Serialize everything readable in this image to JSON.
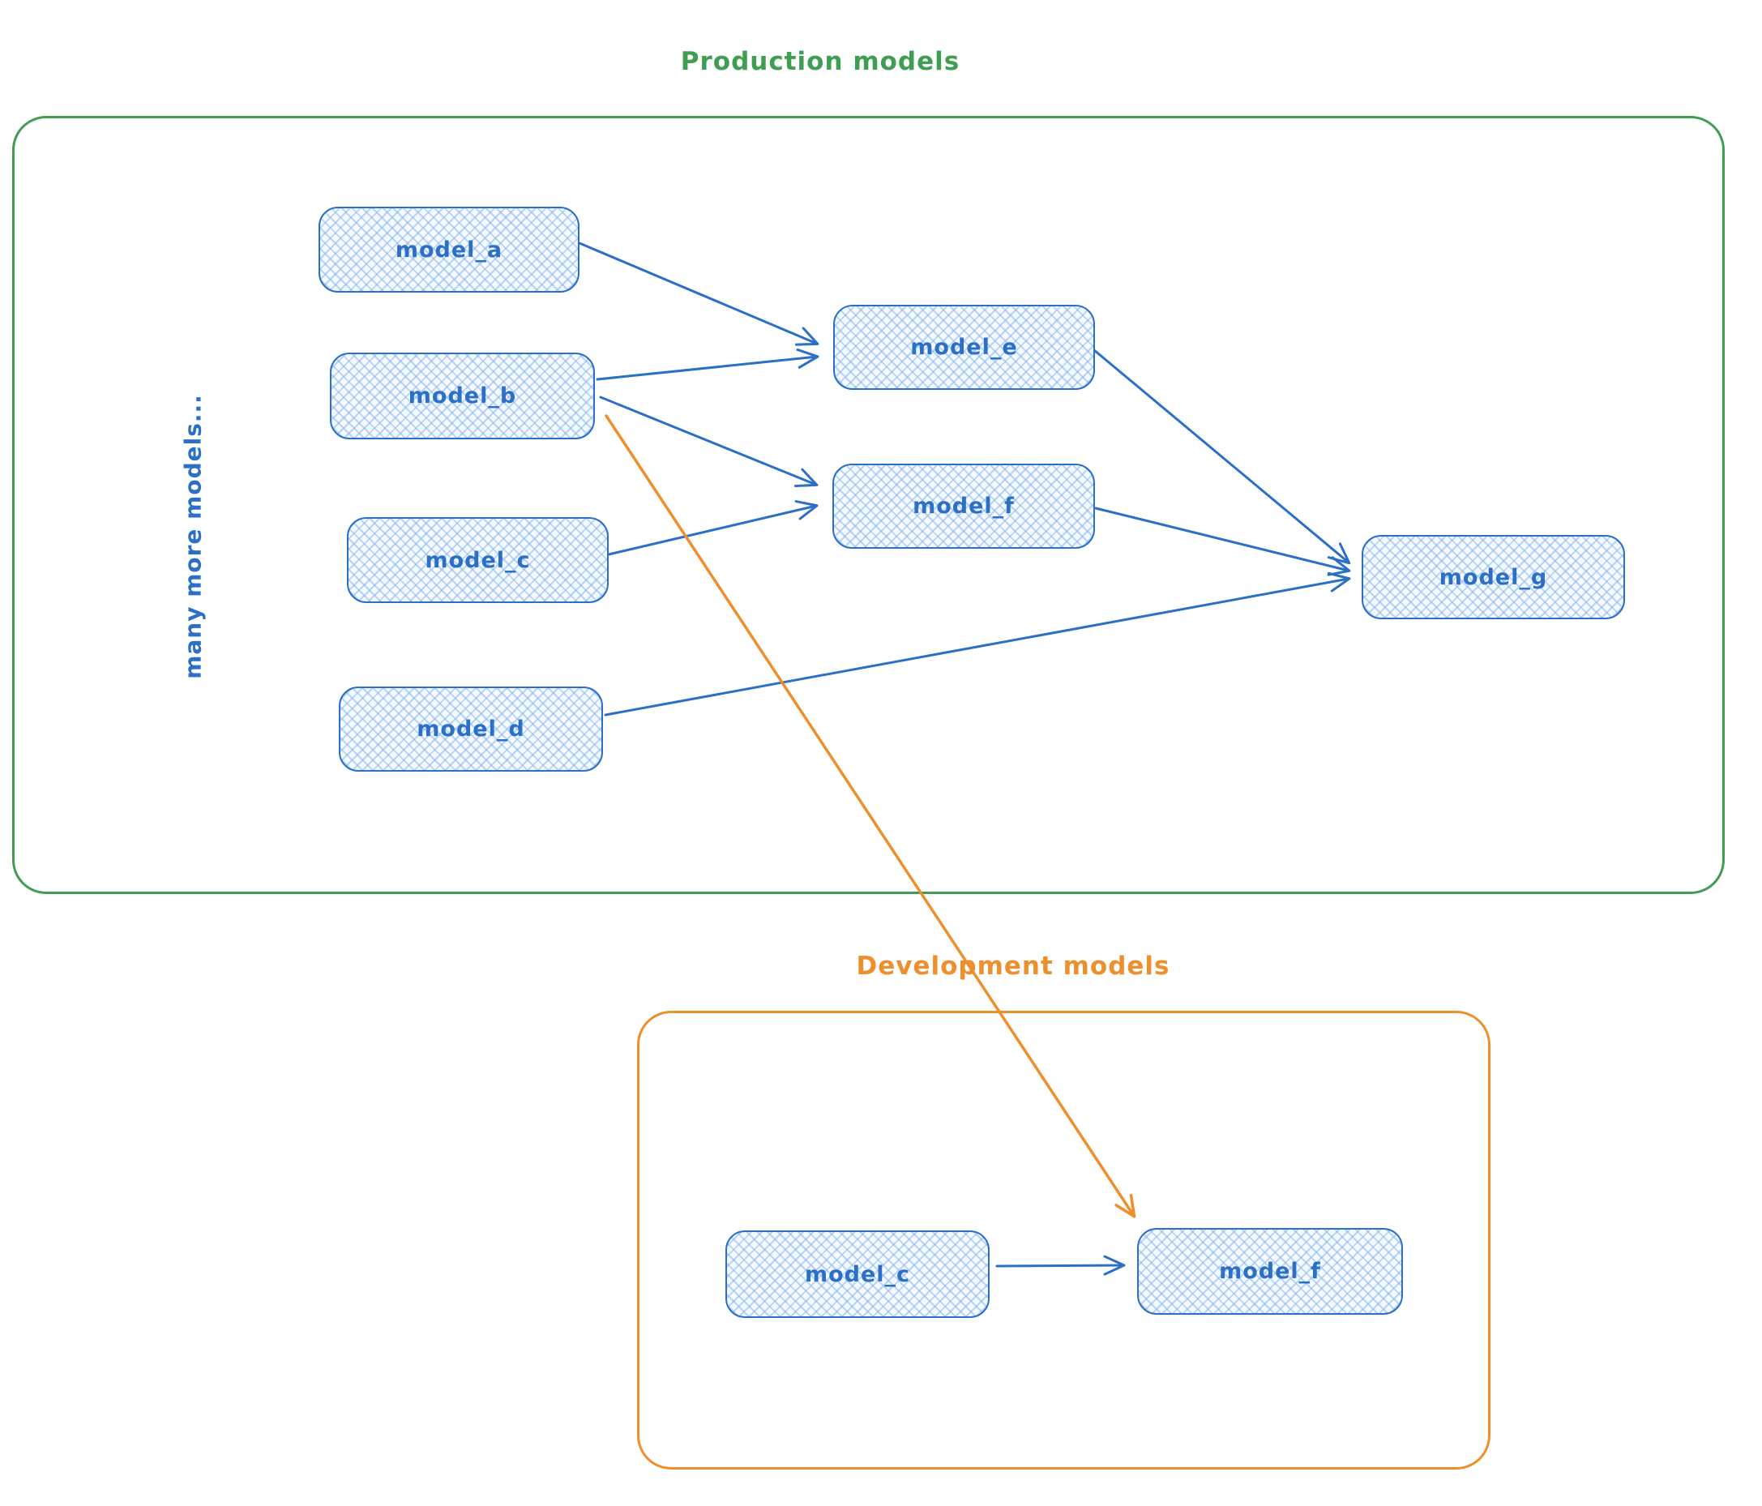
{
  "colors": {
    "blue": "#2b70c5",
    "green": "#3f9e52",
    "orange": "#ee8f2d",
    "node_fill": "#f4faff",
    "node_hatch": "#88b5ec"
  },
  "production": {
    "title": "Production models",
    "side_label": "many more models...",
    "nodes": [
      {
        "id": "model_a",
        "label": "model_a"
      },
      {
        "id": "model_b",
        "label": "model_b"
      },
      {
        "id": "model_c",
        "label": "model_c"
      },
      {
        "id": "model_d",
        "label": "model_d"
      },
      {
        "id": "model_e",
        "label": "model_e"
      },
      {
        "id": "model_f",
        "label": "model_f"
      },
      {
        "id": "model_g",
        "label": "model_g"
      }
    ]
  },
  "development": {
    "title": "Development models",
    "nodes": [
      {
        "id": "dev_model_c",
        "label": "model_c"
      },
      {
        "id": "dev_model_f",
        "label": "model_f"
      }
    ]
  },
  "edges": [
    {
      "from": "model_a",
      "to": "model_e",
      "color": "blue"
    },
    {
      "from": "model_b",
      "to": "model_e",
      "color": "blue"
    },
    {
      "from": "model_b",
      "to": "model_f",
      "color": "blue"
    },
    {
      "from": "model_c",
      "to": "model_f",
      "color": "blue"
    },
    {
      "from": "model_e",
      "to": "model_g",
      "color": "blue"
    },
    {
      "from": "model_f",
      "to": "model_g",
      "color": "blue"
    },
    {
      "from": "model_d",
      "to": "model_g",
      "color": "blue"
    },
    {
      "from": "model_b",
      "to": "dev_model_f",
      "color": "orange"
    },
    {
      "from": "dev_model_c",
      "to": "dev_model_f",
      "color": "blue"
    }
  ]
}
